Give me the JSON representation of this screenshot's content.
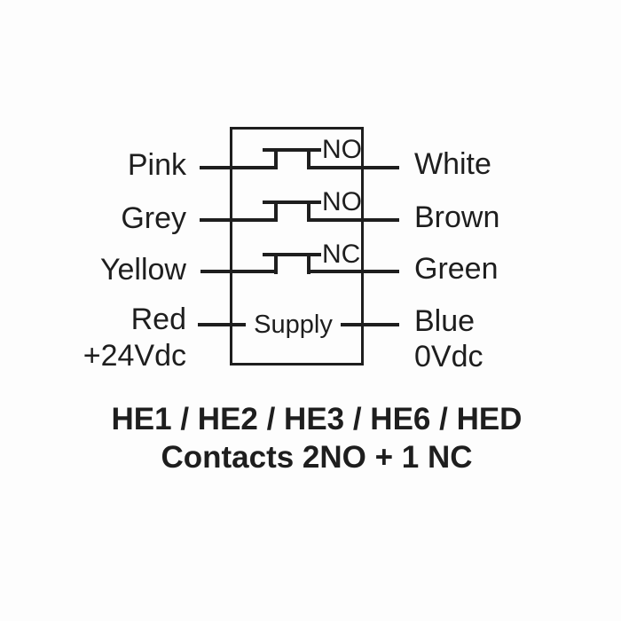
{
  "diagram": {
    "colors": {
      "line": "#1e1e1e",
      "background": "#fdfdfd"
    },
    "rows": [
      {
        "left_label": "Pink",
        "contact": "NO",
        "right_label": "White"
      },
      {
        "left_label": "Grey",
        "contact": "NO",
        "right_label": "Brown"
      },
      {
        "left_label": "Yellow",
        "contact": "NC",
        "right_label": "Green"
      },
      {
        "left_label": "Red",
        "left_sublabel": "+24Vdc",
        "center_label": "Supply",
        "right_label": "Blue",
        "right_sublabel": "0Vdc"
      }
    ],
    "caption": {
      "line1": "HE1 / HE2 / HE3 / HE6 / HED",
      "line2": "Contacts 2NO + 1 NC"
    }
  }
}
